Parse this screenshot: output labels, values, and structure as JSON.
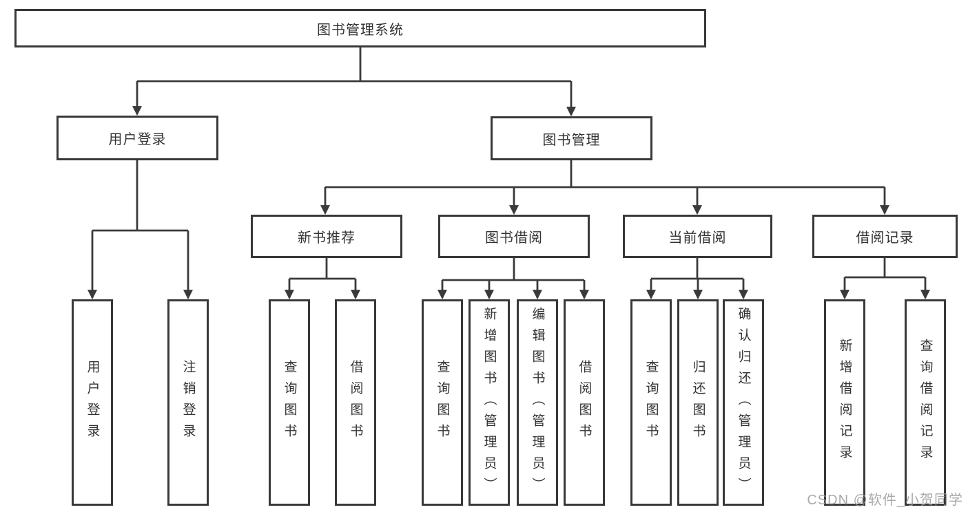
{
  "diagram": {
    "root_label": "图书管理系统",
    "level2": [
      {
        "label": "用户登录"
      },
      {
        "label": "图书管理"
      }
    ],
    "level3": [
      {
        "label": "新书推荐",
        "parent": "图书管理"
      },
      {
        "label": "图书借阅",
        "parent": "图书管理"
      },
      {
        "label": "当前借阅",
        "parent": "图书管理"
      },
      {
        "label": "借阅记录",
        "parent": "图书管理"
      }
    ],
    "leaves": [
      {
        "label": "用户登录",
        "parent": "用户登录"
      },
      {
        "label": "注销登录",
        "parent": "用户登录"
      },
      {
        "label": "查询图书",
        "parent": "新书推荐"
      },
      {
        "label": "借阅图书",
        "parent": "新书推荐"
      },
      {
        "label": "查询图书",
        "parent": "图书借阅"
      },
      {
        "label": "新增图书（管理员）",
        "parent": "图书借阅"
      },
      {
        "label": "编辑图书（管理员）",
        "parent": "图书借阅"
      },
      {
        "label": "借阅图书",
        "parent": "图书借阅"
      },
      {
        "label": "查询图书",
        "parent": "当前借阅"
      },
      {
        "label": "归还图书",
        "parent": "当前借阅"
      },
      {
        "label": "确认归还（管理员）",
        "parent": "当前借阅"
      },
      {
        "label": "新增借阅记录",
        "parent": "借阅记录"
      },
      {
        "label": "查询借阅记录",
        "parent": "借阅记录"
      }
    ],
    "watermark": "CSDN @软件_小贺同学"
  },
  "colors": {
    "line": "#3a3a3a",
    "box_border": "#383838",
    "text": "#333333",
    "background": "#ffffff",
    "watermark": "#9b9b9b"
  }
}
